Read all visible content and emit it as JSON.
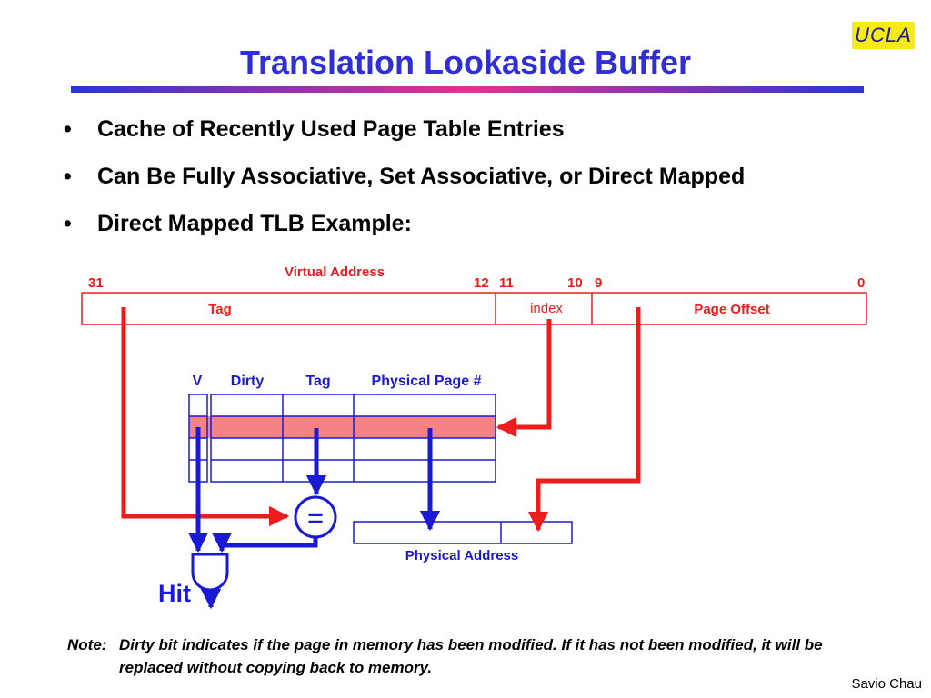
{
  "slide": {
    "title": "Translation Lookaside Buffer",
    "logo": "UCLA",
    "bullets": [
      "Cache of Recently Used Page Table Entries",
      "Can Be Fully Associative, Set Associative, or Direct Mapped",
      "Direct Mapped TLB Example:"
    ],
    "bullet_glyph": "•",
    "note_label": "Note:",
    "note_text": "Dirty bit indicates if the page in memory has been modified.  If it has not been modified, it will be replaced without copying back to memory.",
    "author": "Savio Chau"
  },
  "diagram": {
    "virtual_address_label": "Virtual Address",
    "bit_labels": {
      "b31": "31",
      "b12": "12",
      "b11": "11",
      "b10": "10",
      "b9": "9",
      "b0": "0"
    },
    "fields": {
      "tag": "Tag",
      "index": "index",
      "offset": "Page Offset"
    },
    "tlb_headers": {
      "v": "V",
      "dirty": "Dirty",
      "tag": "Tag",
      "ppn": "Physical Page #"
    },
    "comparator_symbol": "=",
    "physical_address_label": "Physical Address",
    "hit_label": "Hit"
  },
  "colors": {
    "title": "#2f2fd8",
    "red": "#ee1c1c",
    "blue": "#1a1ad6",
    "highlight_row": "#f48383",
    "logo_bg": "#f7ea16"
  }
}
